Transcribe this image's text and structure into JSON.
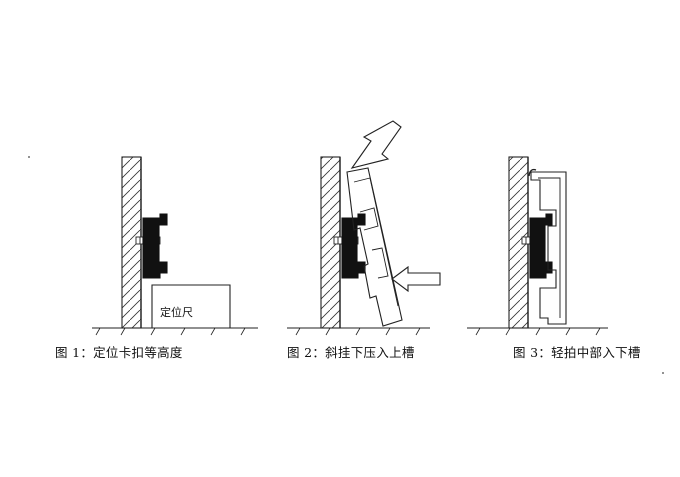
{
  "figures": [
    {
      "caption": "图 1：定位卡扣等高度",
      "ruler_label": "定位尺"
    },
    {
      "caption": "图 2：斜挂下压入上槽"
    },
    {
      "caption": "图 3：轻拍中部入下槽"
    }
  ],
  "colors": {
    "line": "#222222",
    "clip": "#111111",
    "background": "#ffffff"
  }
}
